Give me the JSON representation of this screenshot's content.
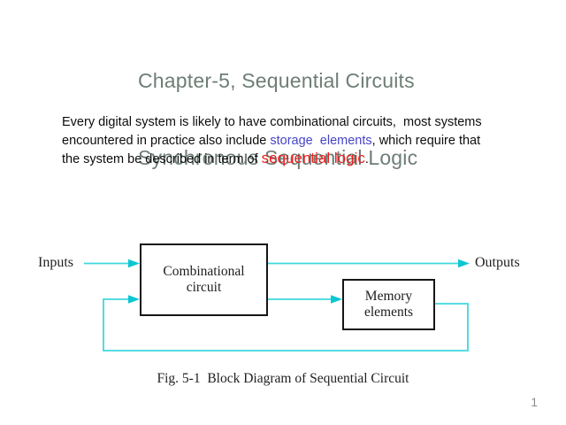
{
  "slide": {
    "title": {
      "line1": "Chapter-5, Sequential Circuits",
      "line2": "Synchronous Sequential Logic",
      "color": "#6d7e75"
    },
    "body": {
      "line1": "Every digital system is likely to have combinational circuits,  most systems",
      "line2_pre": "encountered in practice also include ",
      "line2_highlight": "storage  elements",
      "line2_post": ", which require that",
      "line3_pre": "the system be described in term of ",
      "line3_highlight": "sequential logic",
      "line3_post": ".",
      "highlight_blue_color": "#4545c8",
      "highlight_red_color": "#ed1c1c"
    },
    "diagram": {
      "inputs_label": "Inputs",
      "outputs_label": "Outputs",
      "combinational_box_line1": "Combinational",
      "combinational_box_line2": "circuit",
      "memory_box_line1": "Memory",
      "memory_box_line2": "elements",
      "signal_line_color": "#3ed8de",
      "arrowhead_color": "#0cc6d2",
      "caption": "Fig. 5-1  Block Diagram of Sequential Circuit"
    },
    "page_number": "1"
  }
}
